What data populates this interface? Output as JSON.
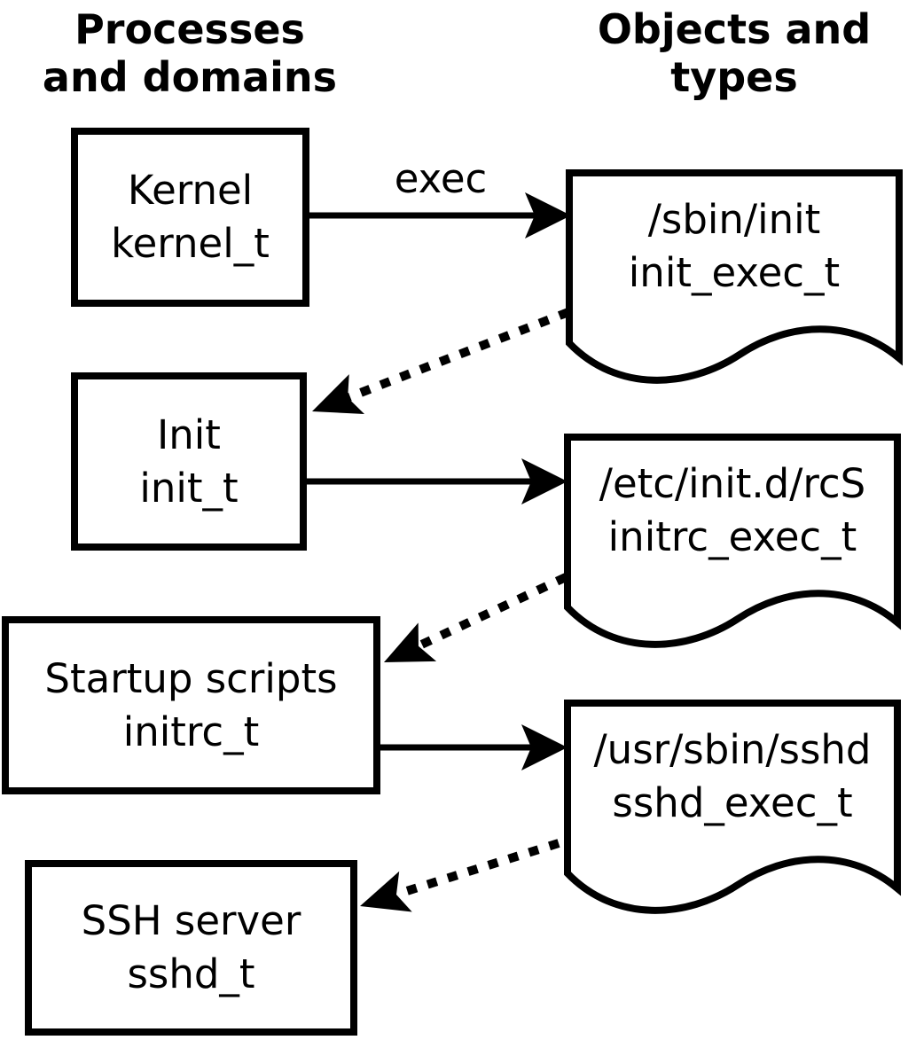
{
  "headers": {
    "left": [
      "Processes",
      "and domains"
    ],
    "right": [
      "Objects and",
      "types"
    ]
  },
  "nodes": {
    "kernel": {
      "label": "Kernel",
      "domain": "kernel_t"
    },
    "init": {
      "label": "Init",
      "domain": "init_t"
    },
    "startup": {
      "label": "Startup scripts",
      "domain": "initrc_t"
    },
    "ssh": {
      "label": "SSH server",
      "domain": "sshd_t"
    }
  },
  "objects": {
    "sbin_init": {
      "path": "/sbin/init",
      "type": "init_exec_t"
    },
    "etc_initd_rcs": {
      "path": "/etc/init.d/rcS",
      "type": "initrc_exec_t"
    },
    "usr_sbin_sshd": {
      "path": "/usr/sbin/sshd",
      "type": "sshd_exec_t"
    }
  },
  "labels": {
    "exec": "exec"
  },
  "colors": {
    "line": "#000000",
    "fill": "#ffffff"
  }
}
